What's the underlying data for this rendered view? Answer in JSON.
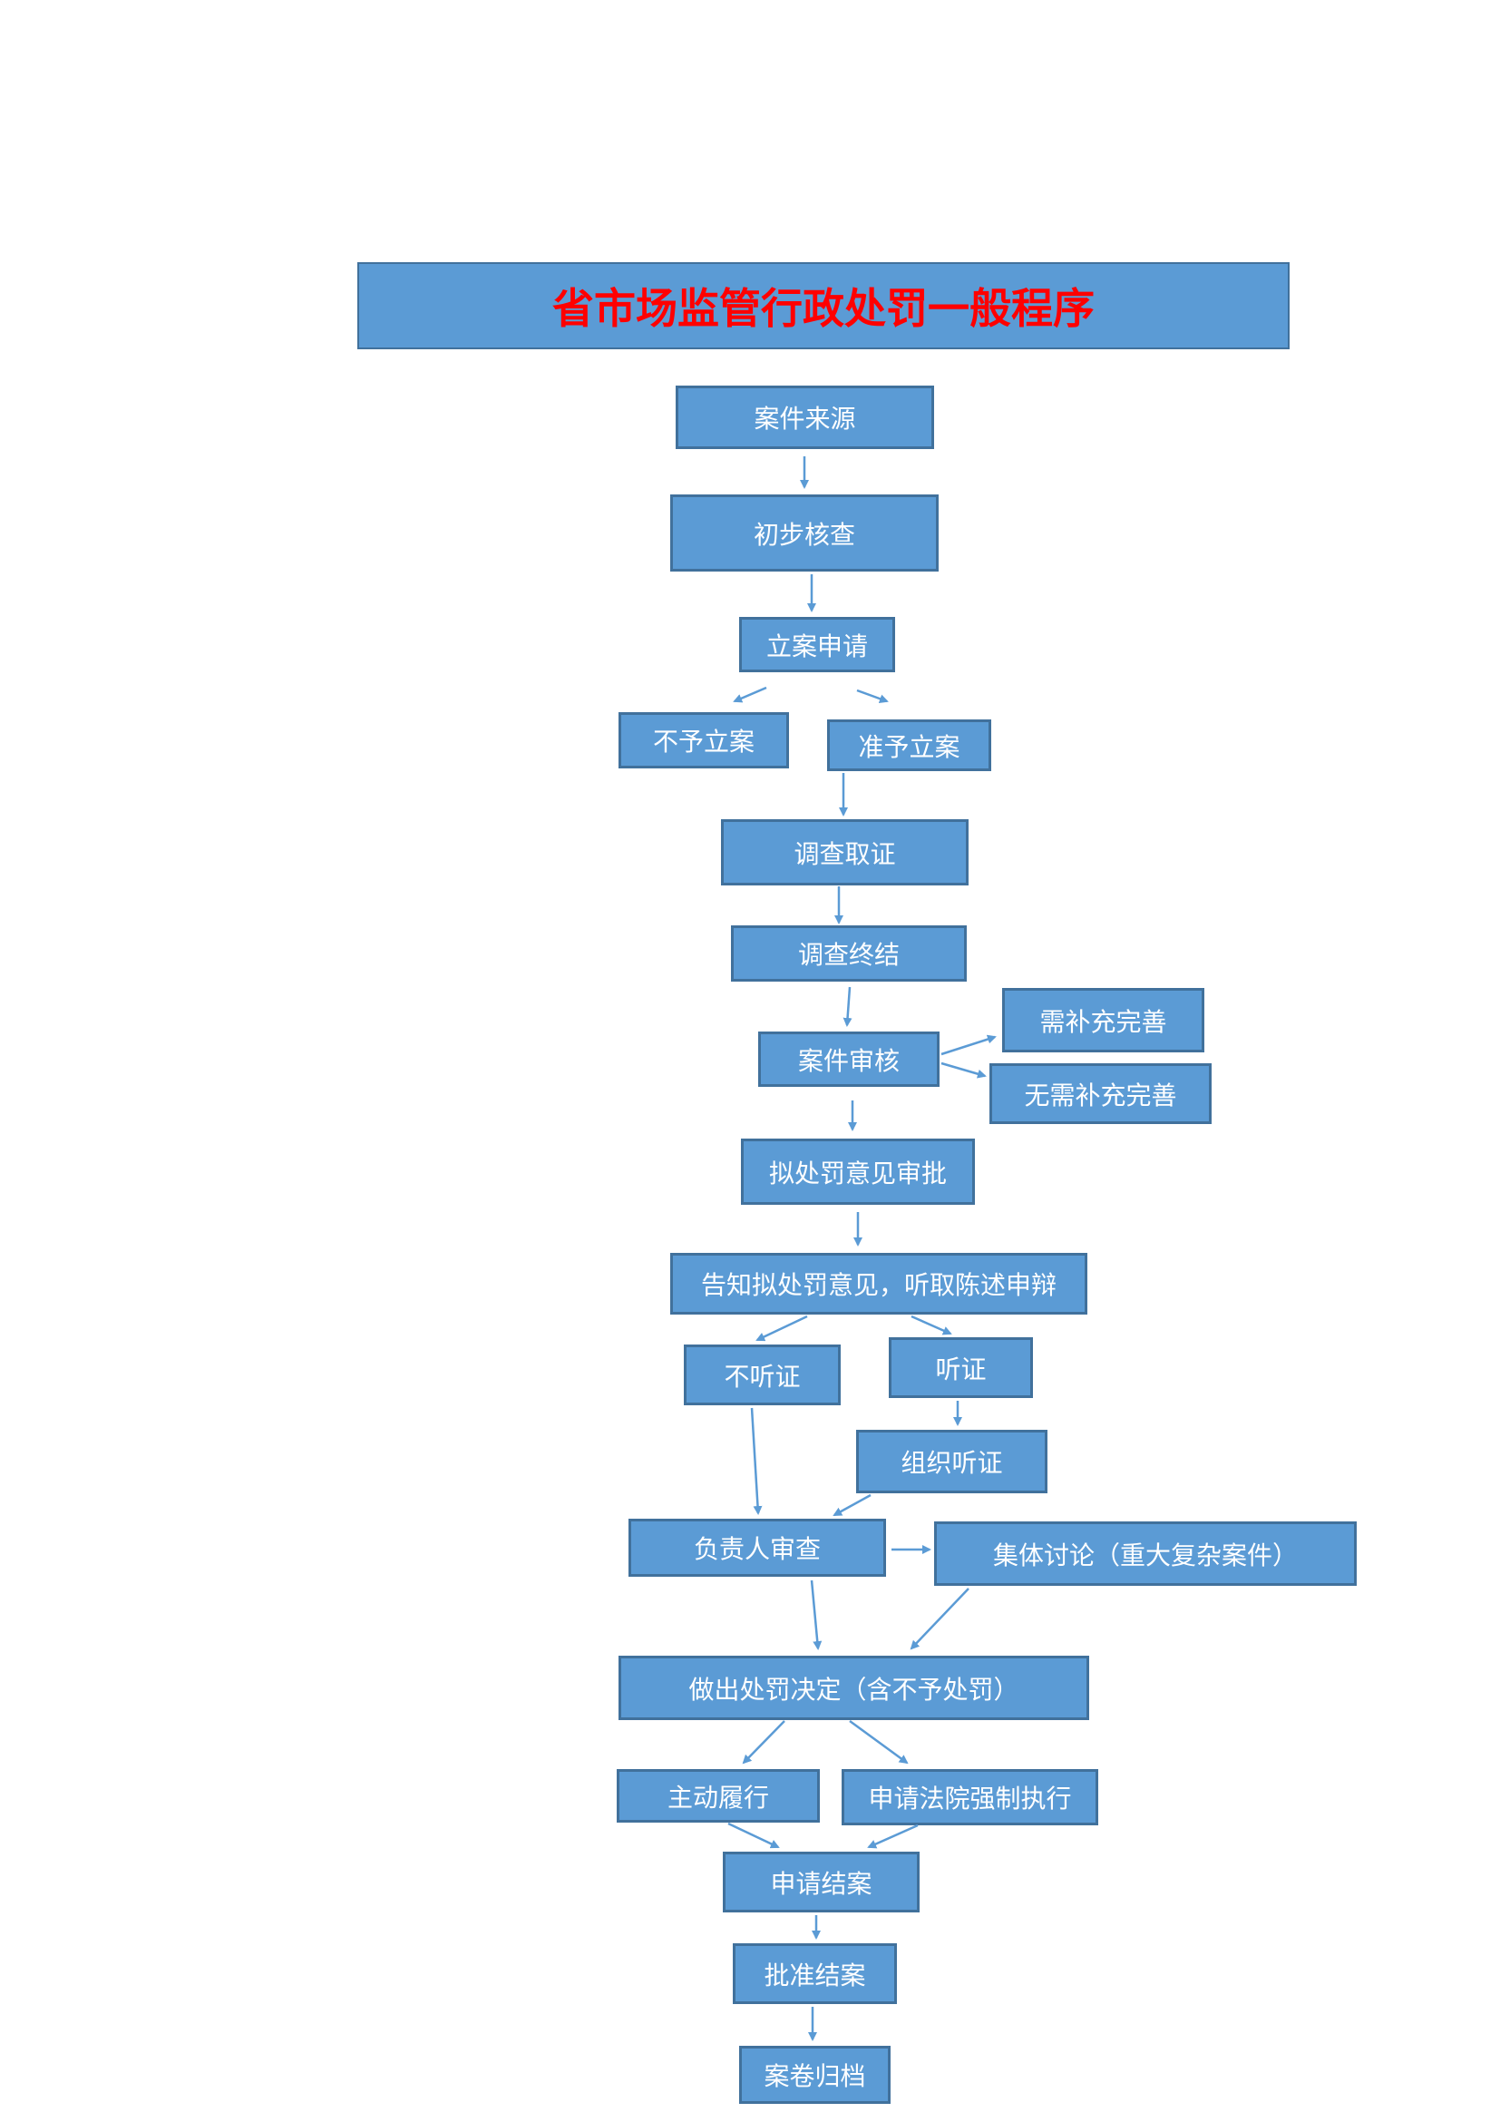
{
  "title": "省市场监管行政处罚一般程序",
  "nodes": {
    "case_source": "案件来源",
    "preliminary_check": "初步核查",
    "filing_application": "立案申请",
    "not_filed": "不予立案",
    "filed": "准予立案",
    "investigation": "调查取证",
    "investigation_end": "调查终结",
    "case_review": "案件审核",
    "needs_supplement": "需补充完善",
    "no_supplement": "无需补充完善",
    "proposed_penalty_approval": "拟处罚意见审批",
    "notify_and_hear": "告知拟处罚意见，听取陈述申辩",
    "no_hearing": "不听证",
    "hearing": "听证",
    "organize_hearing": "组织听证",
    "responsible_review": "负责人审查",
    "collective_discussion": "集体讨论（重大复杂案件）",
    "penalty_decision": "做出处罚决定（含不予处罚）",
    "voluntary_compliance": "主动履行",
    "court_enforcement": "申请法院强制执行",
    "apply_close": "申请结案",
    "approve_close": "批准结案",
    "archive": "案卷归档"
  },
  "colors": {
    "box_fill": "#5b9bd5",
    "box_border": "#41719c",
    "title_text": "#ff0000",
    "arrow": "#5b9bd5"
  }
}
